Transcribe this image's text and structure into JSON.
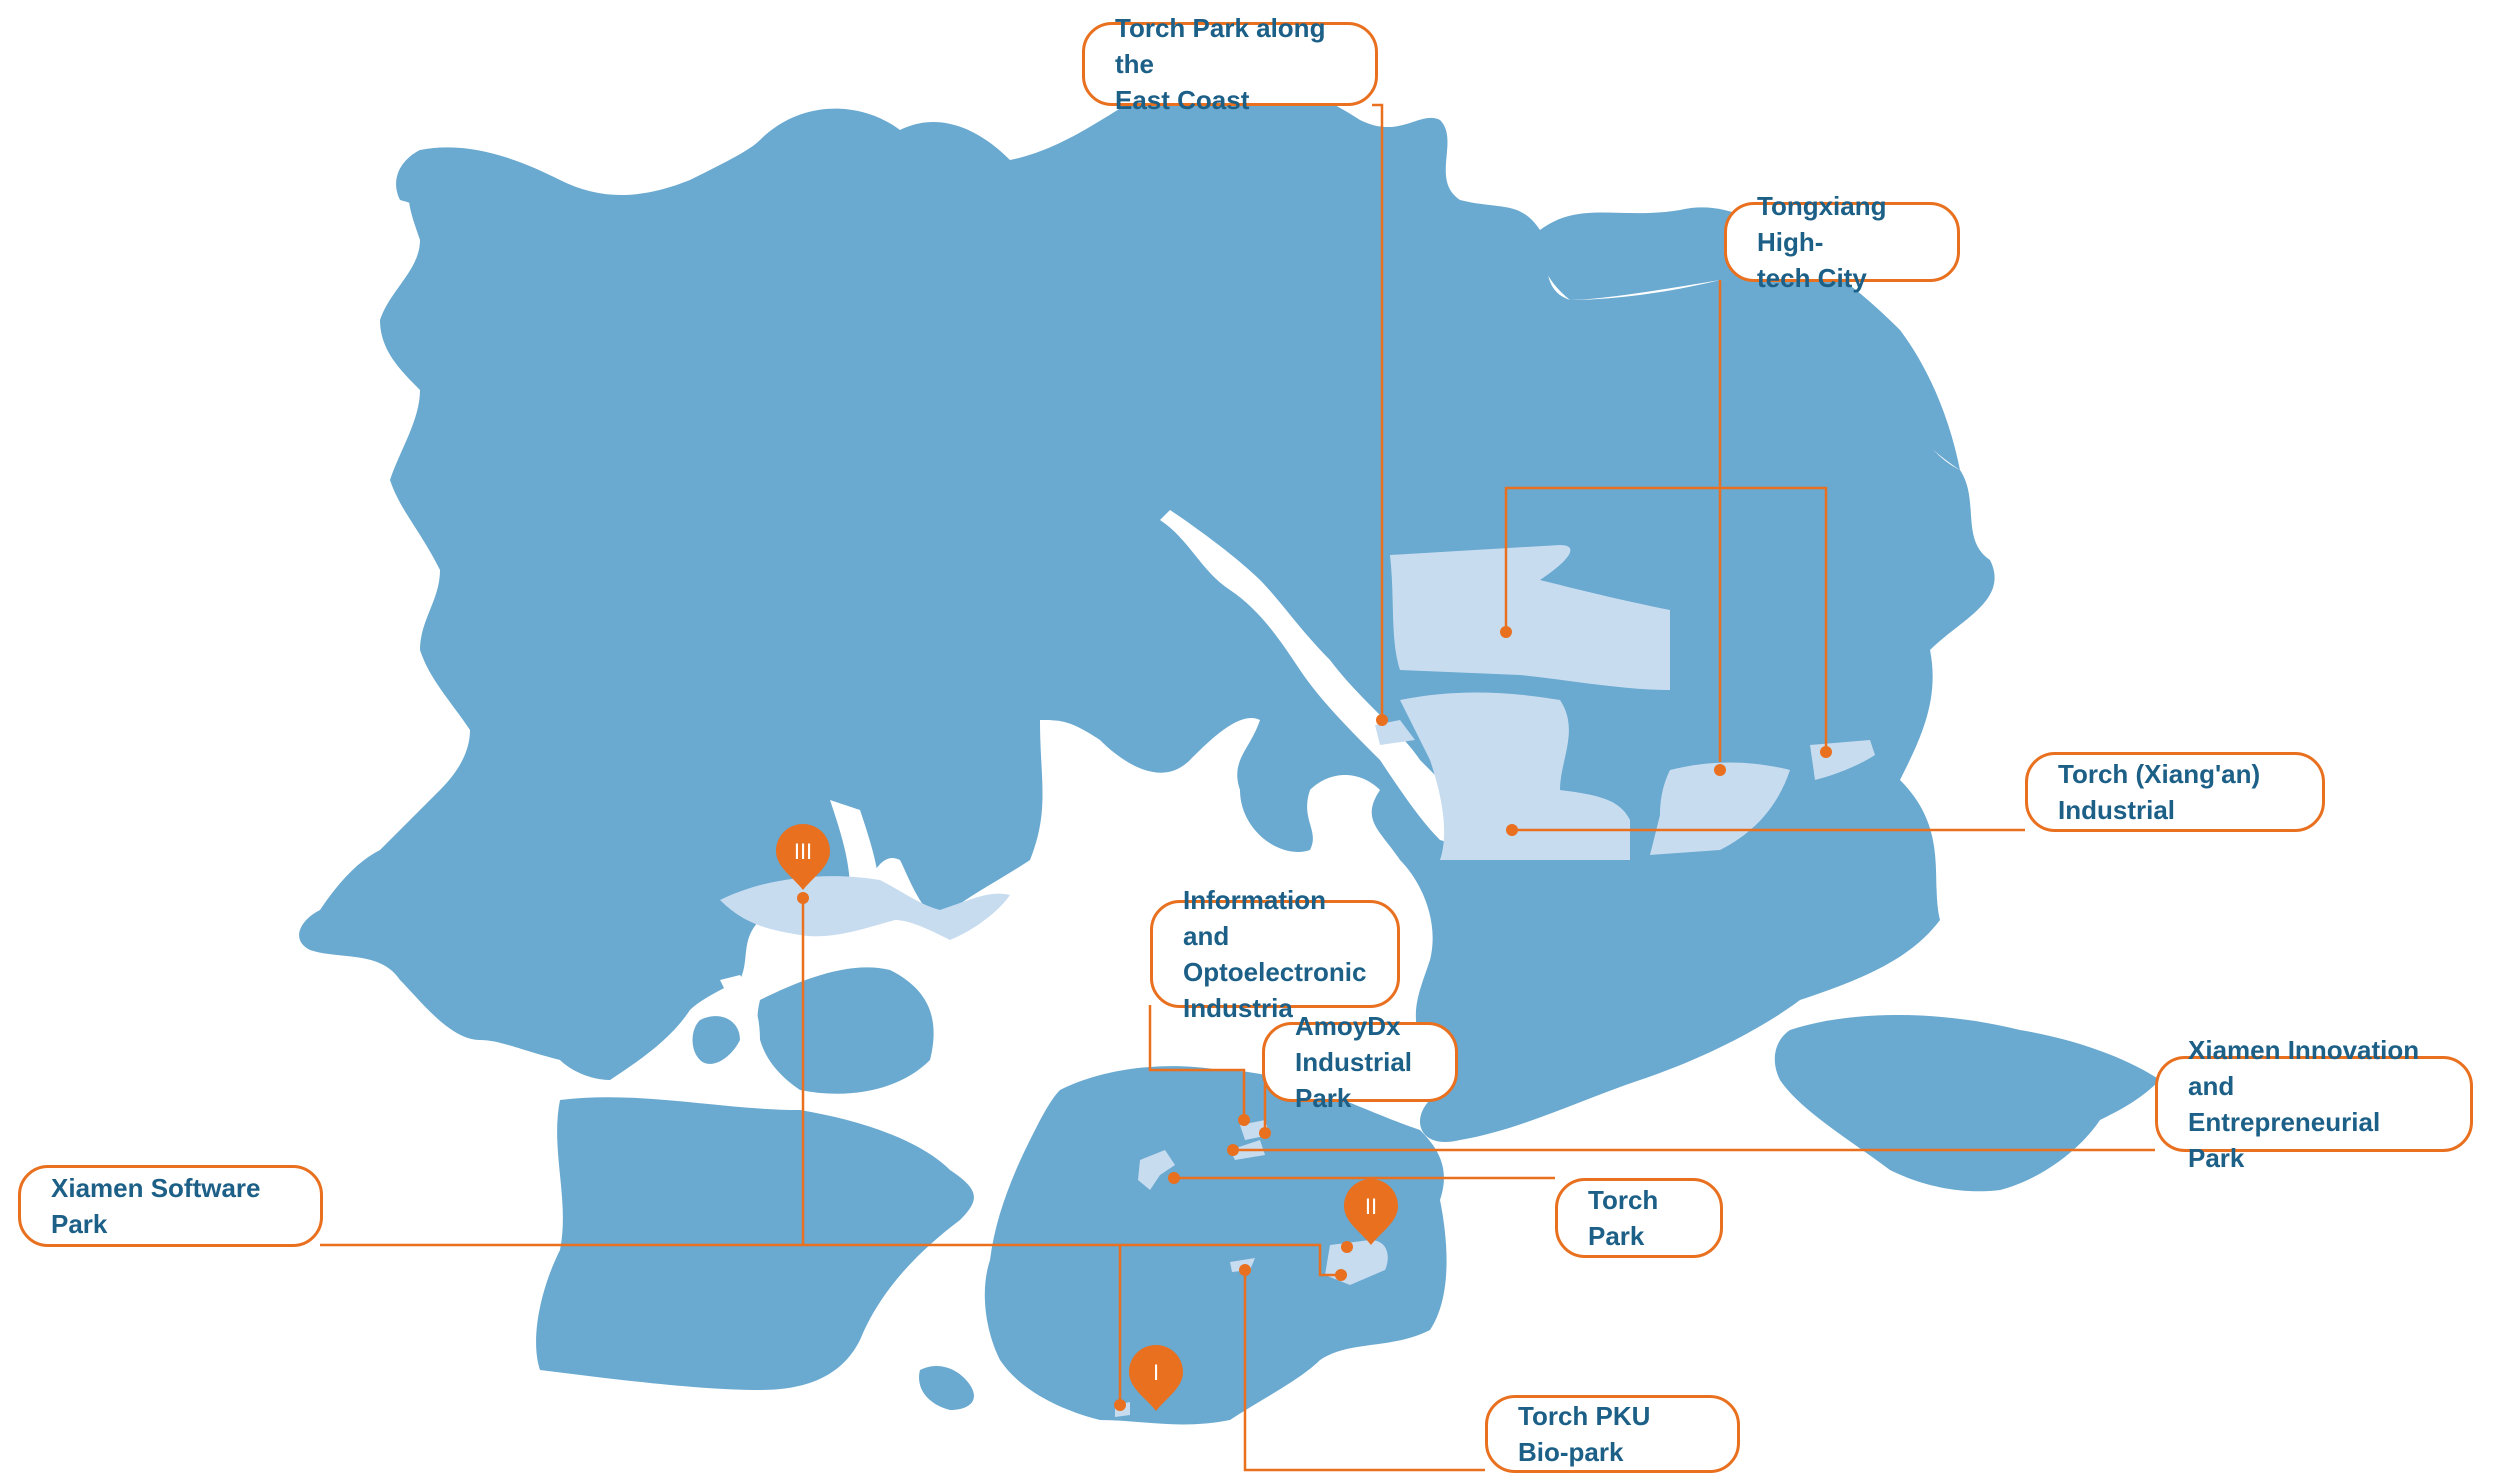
{
  "labels": {
    "torch_park_east_coast": "Torch Park along the\nEast Coast",
    "tongxiang": "Tongxiang High-\ntech City",
    "torch_xiangan": "Torch (Xiang'an)\nIndustrial",
    "info_opto": "Information and\nOptoelectronic\nIndustria",
    "amoydx": "AmoyDx\nIndustrial Park",
    "xiamen_innovation": "Xiamen Innovation and\nEntrepreneurial Park",
    "torch_park": "Torch Park",
    "xiamen_software": "Xiamen Software Park",
    "torch_pku": "Torch PKU Bio-park"
  },
  "pins": {
    "one": "I",
    "two": "II",
    "three": "III"
  },
  "colors": {
    "land": "#6AA9D0",
    "park": "#C8DCF0",
    "accent": "#E8701F",
    "text": "#1C5F87"
  }
}
